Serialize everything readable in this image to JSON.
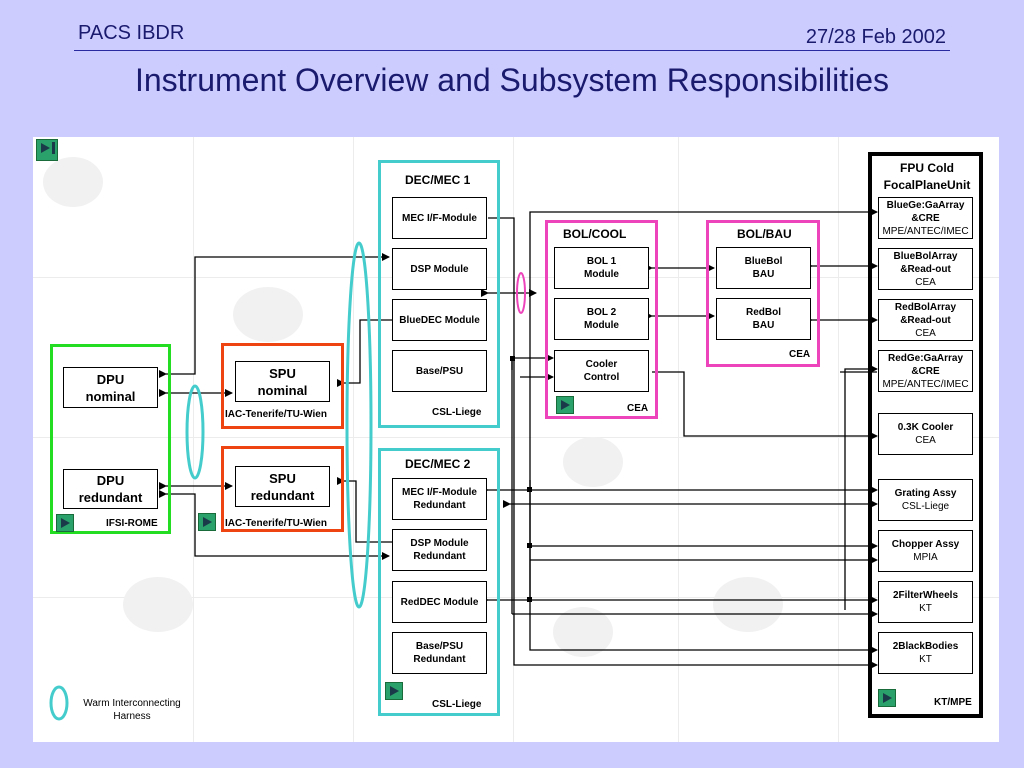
{
  "header": {
    "left": "PACS IBDR",
    "right": "27/28 Feb 2002",
    "title": "Instrument Overview and Subsystem Responsibilities"
  },
  "dpu": {
    "nominal": "DPU\nnominal",
    "redundant": "DPU\nredundant",
    "org": "IFSI-ROME"
  },
  "spu": {
    "nominal": "SPU\nnominal",
    "redundant": "SPU\nredundant",
    "org_nominal": "IAC-Tenerife/TU-Wien",
    "org_redundant": "IAC-Tenerife/TU-Wien"
  },
  "dec1": {
    "title": "DEC/MEC 1",
    "mec": "MEC I/F-Module",
    "dsp": "DSP Module",
    "bluedec": "BlueDEC Module",
    "psu": "Base/PSU",
    "org": "CSL-Liege"
  },
  "dec2": {
    "title": "DEC/MEC 2",
    "mec": "MEC I/F-Module\nRedundant",
    "dsp": "DSP Module\nRedundant",
    "reddec": "RedDEC Module",
    "psu": "Base/PSU\nRedundant",
    "org": "CSL-Liege"
  },
  "bolcool": {
    "title": "BOL/COOL",
    "bol1": "BOL 1\nModule",
    "bol2": "BOL 2\nModule",
    "cooler": "Cooler\nControl",
    "org": "CEA"
  },
  "bolbau": {
    "title": "BOL/BAU",
    "blue": "BlueBol\nBAU",
    "red": "RedBol\nBAU",
    "org": "CEA"
  },
  "fpu": {
    "title": "FPU Cold\nFocalPlaneUnit",
    "org": "KT/MPE",
    "items": [
      {
        "name": "BlueGe:GaArray\n&CRE",
        "org": "MPE/ANTEC/IMEC"
      },
      {
        "name": "BlueBolArray\n&Read-out",
        "org": "CEA"
      },
      {
        "name": "RedBolArray\n&Read-out",
        "org": "CEA"
      },
      {
        "name": "RedGe:GaArray\n&CRE",
        "org": "MPE/ANTEC/IMEC"
      },
      {
        "name": "0.3K Cooler",
        "org": "CEA"
      },
      {
        "name": "Grating Assy",
        "org": "CSL-Liege"
      },
      {
        "name": "Chopper Assy",
        "org": "MPIA"
      },
      {
        "name": "2FilterWheels",
        "org": "KT"
      },
      {
        "name": "2BlackBodies",
        "org": "KT"
      }
    ]
  },
  "legend": {
    "harness": "Warm Interconnecting\nHarness"
  },
  "colors": {
    "background": "#ccccff",
    "dpu_frame": "#22dd22",
    "spu_frame": "#ee4411",
    "dec_frame": "#44cccc",
    "bol_frame": "#ee44bb",
    "fpu_frame": "#000000",
    "header_text": "#1a1a6e"
  }
}
